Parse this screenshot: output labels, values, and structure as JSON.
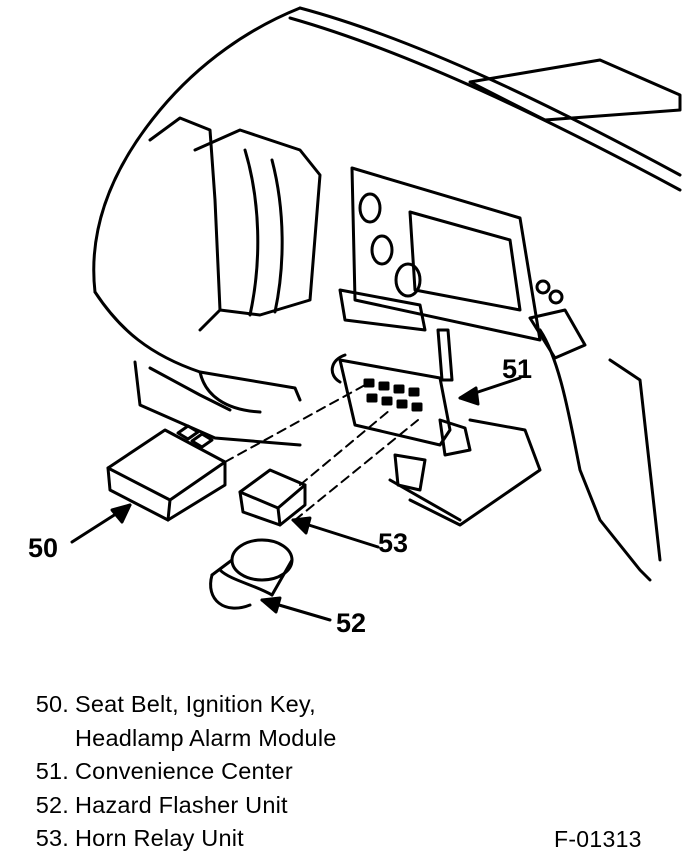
{
  "figure_id": "F-01313",
  "callouts": {
    "c50": "50",
    "c51": "51",
    "c52": "52",
    "c53": "53"
  },
  "legend": [
    {
      "number": "50.",
      "text": "Seat Belt, Ignition Key,\nHeadlamp Alarm Module"
    },
    {
      "number": "51.",
      "text": "Convenience Center"
    },
    {
      "number": "52.",
      "text": "Hazard Flasher Unit"
    },
    {
      "number": "53.",
      "text": "Horn Relay Unit"
    }
  ]
}
